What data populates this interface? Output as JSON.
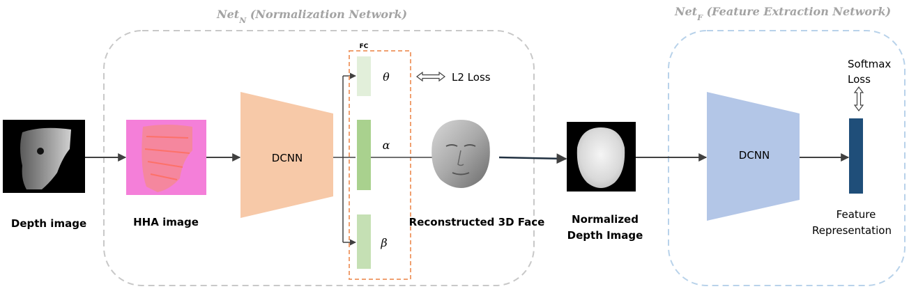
{
  "net_n": {
    "name": "Net",
    "sub": "N",
    "desc": " (Normalization Network)"
  },
  "net_f": {
    "name": "Net",
    "sub": "F",
    "desc": " (Feature Extraction Network)"
  },
  "labels": {
    "depth_image": "Depth image",
    "hha_image": "HHA image",
    "dcnn_n": "DCNN",
    "fc": "FC",
    "theta": "θ",
    "alpha": "α",
    "beta": "β",
    "l2_loss": "L2 Loss",
    "reconstructed_face": "Reconstructed 3D Face",
    "normalized_line1": "Normalized",
    "normalized_line2": "Depth Image",
    "dcnn_f": "DCNN",
    "softmax_line1": "Softmax",
    "softmax_line2": "Loss",
    "feature_line1": "Feature",
    "feature_line2": "Representation"
  },
  "colors": {
    "net_n_border": "#c8c8c8",
    "net_f_border": "#b8d2ea",
    "title_gray": "#a3a3a3",
    "hha_fill": "#f47fd9",
    "dcnn_n_fill": "#f7c9a8",
    "dcnn_f_fill": "#b3c6e7",
    "fc_border": "#f0a070",
    "fc_theta": "#e2efda",
    "fc_alpha": "#a9d18e",
    "fc_beta": "#c5e0b4",
    "feature_bar": "#1f4e79",
    "arrow": "#404040"
  }
}
